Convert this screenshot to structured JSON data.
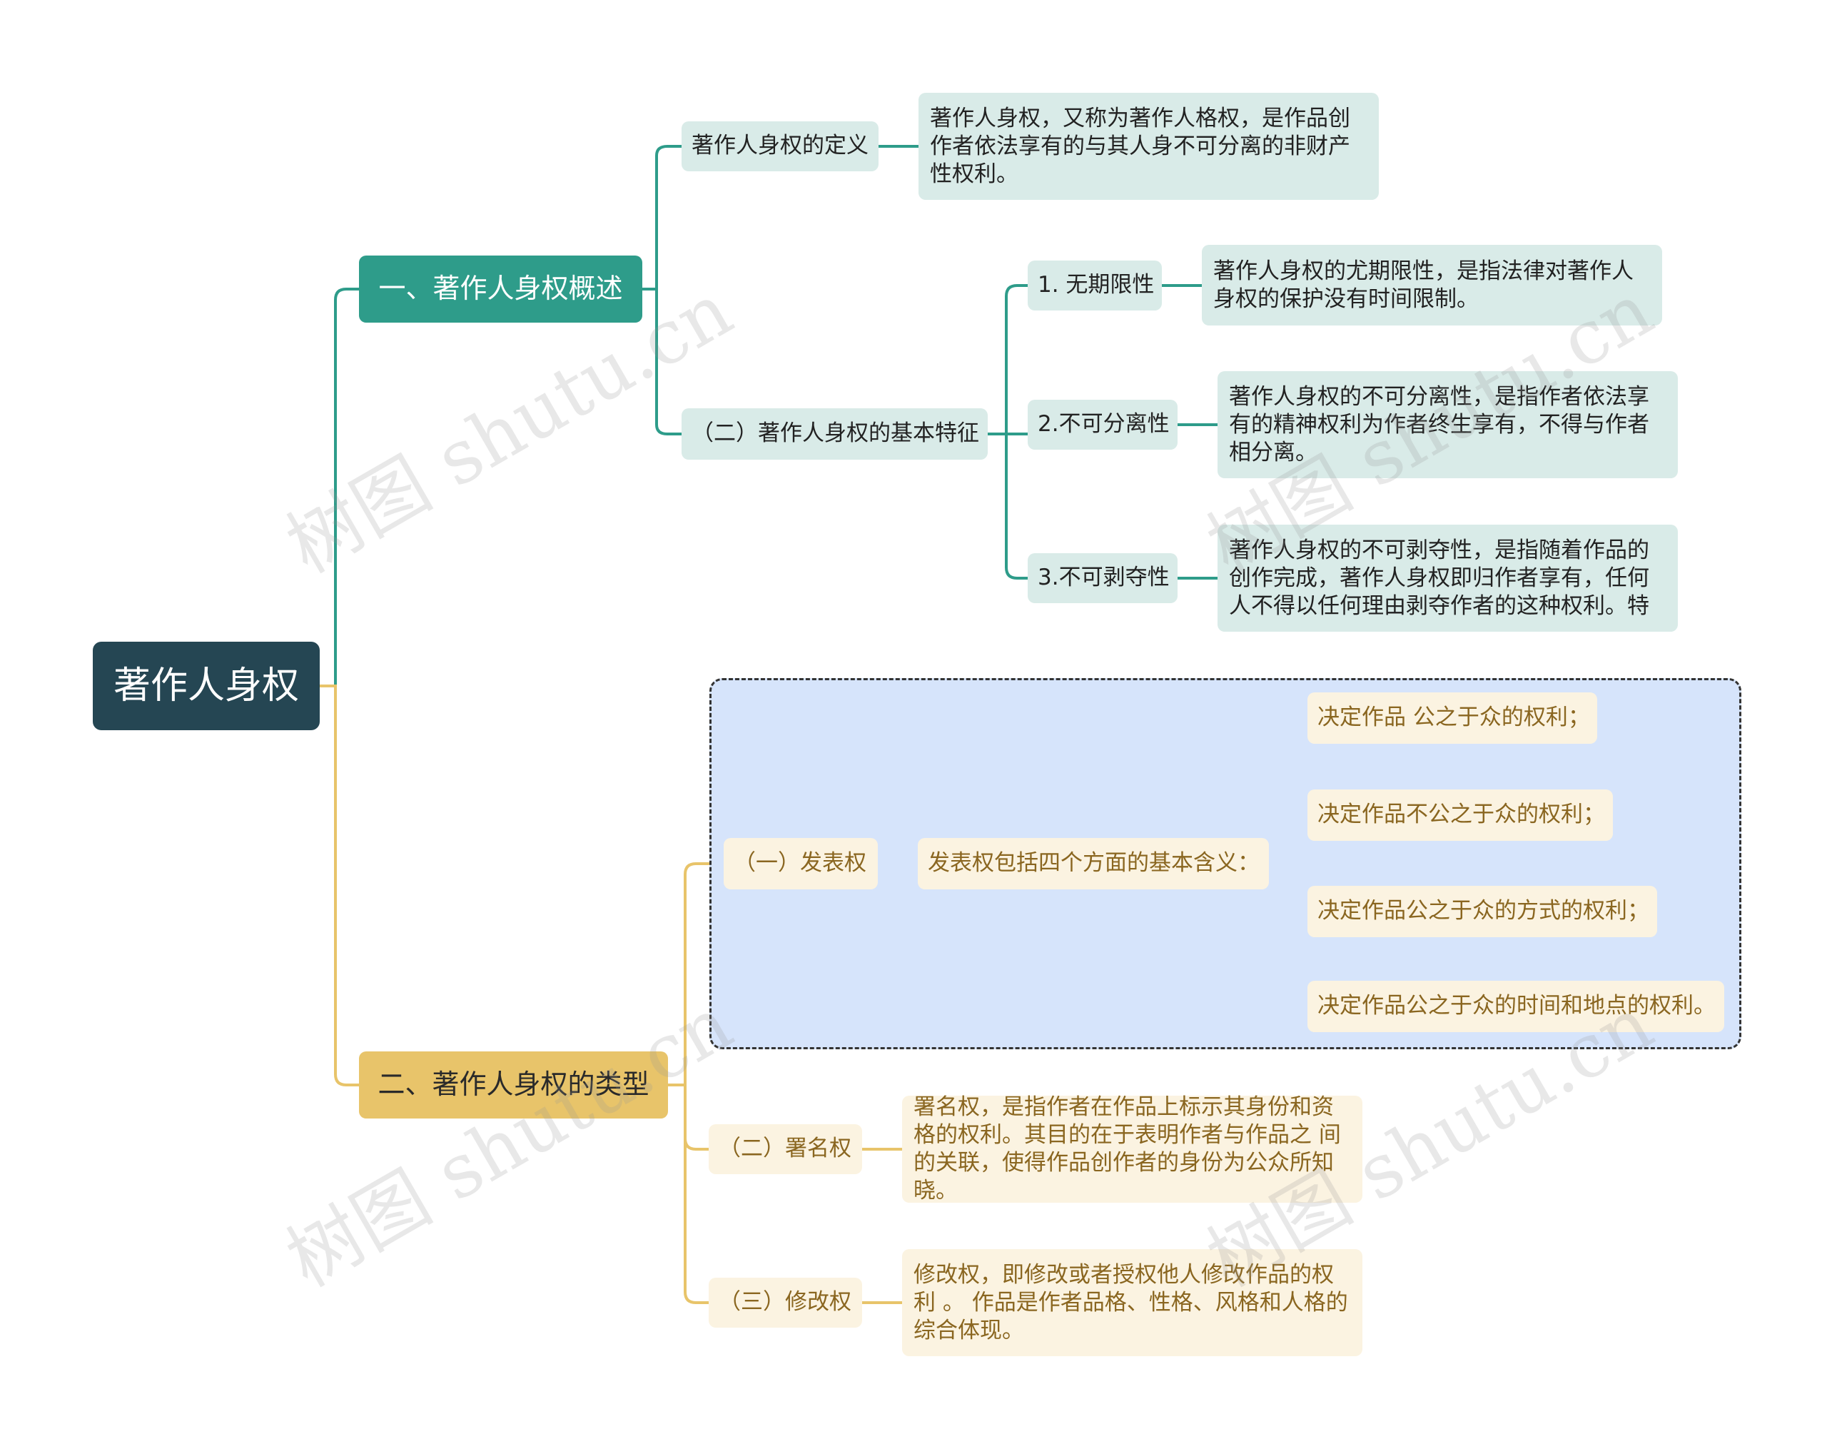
{
  "root": {
    "label": "著作人身权"
  },
  "branch1": {
    "label": "一、著作人身权概述",
    "definition": {
      "label": "著作人身权的定义",
      "detail": "著作人身权，又称为著作人格权，是作品创作者依法享有的与其人身不可分离的非财产性权利。"
    },
    "features": {
      "label": "（二）著作人身权的基本特征",
      "items": [
        {
          "label": "1. 无期限性",
          "detail": "著作人身权的尤期限性，是指法律对著作人身权的保护没有时间限制。"
        },
        {
          "label": "2.不可分离性",
          "detail": "著作人身权的不可分离性，是指作者依法享有的精神权利为作者终生享有，不得与作者 相分离。"
        },
        {
          "label": "3.不可剥夺性",
          "detail": "著作人身权的不可剥夺性，是指随着作品的创作完成，著作人身权即归作者享有，任何 人不得以任何理由剥夺作者的这种权利。特"
        }
      ]
    }
  },
  "branch2": {
    "label": "二、著作人身权的类型",
    "publish": {
      "label": "（一）发表权",
      "summary": "发表权包括四个方面的基本含义：",
      "items": [
        "决定作品 公之于众的权利；",
        "决定作品不公之于众的权利；",
        "决定作品公之于众的方式的权利；",
        "决定作品公之于众的时间和地点的权利。"
      ]
    },
    "attribution": {
      "label": "（二）署名权",
      "detail": "署名权，是指作者在作品上标示其身份和资格的权利。其目的在于表明作者与作品之 间的关联，使得作品创作者的身份为公众所知晓。"
    },
    "modify": {
      "label": "（三）修改权",
      "detail": "修改权，即修改或者授权他人修改作品的权利 。 作品是作者品格、性格、风格和人格的 综合体现。"
    }
  },
  "watermark": "树图 shutu.cn",
  "colors": {
    "root": "#254653",
    "teal": "#2e9c8a",
    "teal_light": "#d9ebe8",
    "gold": "#e8c46a",
    "gold_light": "#fbf3e1",
    "dashed_fill": "#d6e4fb"
  }
}
